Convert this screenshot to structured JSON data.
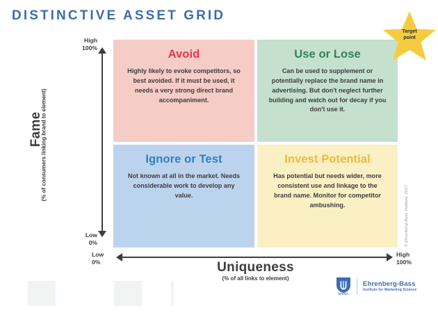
{
  "page_title": "DISTINCTIVE ASSET GRID",
  "theme": {
    "title_color": "#3c6cb0",
    "avoid_color": "#e8384a",
    "use_or_lose_color": "#2f8558",
    "ignore_or_test_color": "#2f7fc4",
    "invest_potential_color": "#f0b93c",
    "star_color": "#f5cc3f"
  },
  "quadrants": {
    "top_left": {
      "title": "Avoid",
      "body": "Highly likely to evoke competitors, so best avoided. If it must be used, it needs a very strong direct brand accompaniment.",
      "fill": "#f6ccc7"
    },
    "top_right": {
      "title": "Use or Lose",
      "body": "Can be used to supplement or potentially replace the brand name in advertising. But don't neglect further building and watch out for decay if you don't use it.",
      "fill": "#c5e0cd"
    },
    "bottom_left": {
      "title": "Ignore or Test",
      "body": "Not known at all in the market. Needs considerable work to develop any value.",
      "fill": "#bcd3ee"
    },
    "bottom_right": {
      "title": "Invest Potential",
      "body": "Has potential but needs wider, more consistent use and linkage to the brand name. Monitor for competitor ambushing.",
      "fill": "#fbf0c4"
    }
  },
  "y_axis": {
    "label": "Fame",
    "sublabel": "(% of consumers linking brand to element)",
    "high_label": "High",
    "high_value": "100%",
    "low_label": "Low",
    "low_value": "0%"
  },
  "x_axis": {
    "label": "Uniqueness",
    "sublabel": "(% of all links to element)",
    "low_label": "Low",
    "low_value": "0%",
    "high_label": "High",
    "high_value": "100%"
  },
  "target_point": {
    "line1": "Target",
    "line2": "point"
  },
  "copyright": "© Ehrenberg-Bass Institute, 2017",
  "logo": {
    "unisa": "UniSA",
    "name": "Ehrenberg-Bass",
    "tagline": "Institute for Marketing Science"
  },
  "chart_data": {
    "type": "scatter",
    "title": "DISTINCTIVE ASSET GRID",
    "xlabel": "Uniqueness",
    "ylabel": "Fame",
    "xlim": [
      0,
      100
    ],
    "ylim": [
      0,
      100
    ],
    "grid": false,
    "legend": "none",
    "quadrants": [
      {
        "name": "Avoid",
        "x_range": [
          0,
          50
        ],
        "y_range": [
          50,
          100
        ],
        "color": "#f6ccc7"
      },
      {
        "name": "Use or Lose",
        "x_range": [
          50,
          100
        ],
        "y_range": [
          50,
          100
        ],
        "color": "#c5e0cd"
      },
      {
        "name": "Ignore or Test",
        "x_range": [
          0,
          50
        ],
        "y_range": [
          0,
          50
        ],
        "color": "#bcd3ee"
      },
      {
        "name": "Invest Potential",
        "x_range": [
          50,
          100
        ],
        "y_range": [
          0,
          50
        ],
        "color": "#fbf0c4"
      }
    ],
    "annotations": [
      {
        "label": "Target point",
        "x": 100,
        "y": 100,
        "marker": "star",
        "color": "#f5cc3f"
      }
    ]
  }
}
